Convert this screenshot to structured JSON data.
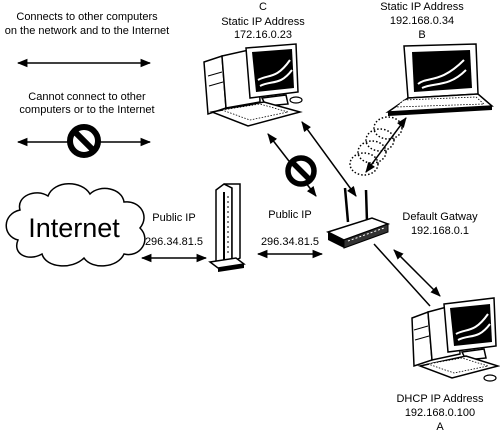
{
  "legend": {
    "connects_line1": "Connects to other computers",
    "connects_line2": "on the network and to the Internet",
    "cannot_line1": "Cannot connect to other",
    "cannot_line2": "computers or to the Internet"
  },
  "internet": {
    "label": "Internet"
  },
  "modem": {
    "left_label": "Public IP",
    "left_ip": "296.34.81.5",
    "right_label": "Public IP",
    "right_ip": "296.34.81.5"
  },
  "router": {
    "label": "Default Gatway",
    "ip": "192.168.0.1"
  },
  "computer_c": {
    "letter": "C",
    "label": "Static IP Address",
    "ip": "172.16.0.23"
  },
  "laptop_b": {
    "label": "Static IP Address",
    "ip": "192.168.0.34",
    "letter": "B"
  },
  "computer_a": {
    "label": "DHCP IP Address",
    "ip": "192.168.0.100",
    "letter": "A"
  },
  "icons": [
    "cloud-icon",
    "modem-icon",
    "router-icon",
    "desktop-computer-icon",
    "laptop-icon",
    "no-entry-icon",
    "wireless-signal-icon"
  ],
  "colors": {
    "ink": "#000000",
    "background": "#ffffff"
  }
}
